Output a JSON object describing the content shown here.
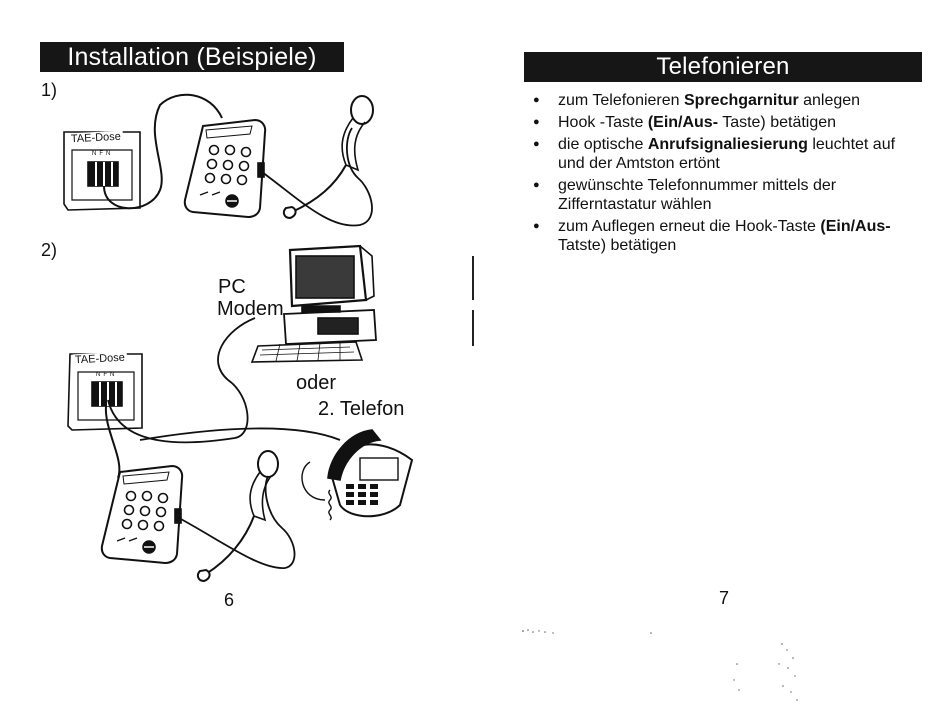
{
  "left": {
    "title": "Installation (Beispiele)",
    "step1": "1)",
    "step2": "2)",
    "tae1": "TAE-Dose",
    "tae2": "TAE-Dose",
    "socket_letters": [
      "N",
      "F",
      "N"
    ],
    "pc_label_1": "PC",
    "pc_label_2": "Modem",
    "oder": "oder",
    "telefon2": "2. Telefon",
    "page_number": "6"
  },
  "right": {
    "title": "Telefonieren",
    "bullets": [
      {
        "pre": "zum Telefonieren ",
        "bold": "Sprechgarnitur",
        "post": " anlegen"
      },
      {
        "pre": "Hook -Taste ",
        "bold": "(Ein/Aus-",
        "post": " Taste) betätigen"
      },
      {
        "pre": "die optische ",
        "bold": "Anrufsignaliesierung",
        "post": " leuchtet auf und der Amtston ertönt"
      },
      {
        "pre": "gewünschte Telefonnummer mittels der Zifferntastatur wählen",
        "bold": "",
        "post": ""
      },
      {
        "pre": "zum Auflegen erneut die Hook-Taste ",
        "bold": "(Ein/Aus-",
        "post": " Tatste) betätigen"
      }
    ],
    "page_number": "7"
  }
}
